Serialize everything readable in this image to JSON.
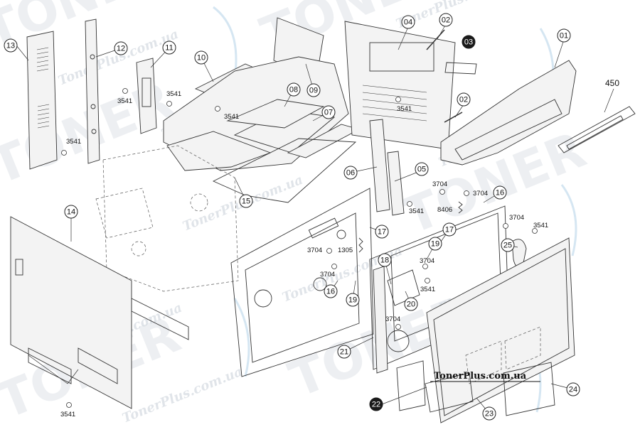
{
  "diagram": {
    "callouts": [
      {
        "label": "01",
        "filled": false
      },
      {
        "label": "02",
        "filled": false
      },
      {
        "label": "02",
        "filled": false
      },
      {
        "label": "03",
        "filled": true
      },
      {
        "label": "04",
        "filled": false
      },
      {
        "label": "05",
        "filled": false
      },
      {
        "label": "06",
        "filled": false
      },
      {
        "label": "07",
        "filled": false
      },
      {
        "label": "08",
        "filled": false
      },
      {
        "label": "09",
        "filled": false
      },
      {
        "label": "10",
        "filled": false
      },
      {
        "label": "11",
        "filled": false
      },
      {
        "label": "12",
        "filled": false
      },
      {
        "label": "13",
        "filled": false
      },
      {
        "label": "14",
        "filled": false
      },
      {
        "label": "15",
        "filled": false
      },
      {
        "label": "16",
        "filled": false
      },
      {
        "label": "16",
        "filled": false
      },
      {
        "label": "17",
        "filled": false
      },
      {
        "label": "17",
        "filled": false
      },
      {
        "label": "18",
        "filled": false
      },
      {
        "label": "19",
        "filled": false
      },
      {
        "label": "19",
        "filled": false
      },
      {
        "label": "20",
        "filled": false
      },
      {
        "label": "21",
        "filled": false
      },
      {
        "label": "22",
        "filled": true
      },
      {
        "label": "23",
        "filled": false
      },
      {
        "label": "24",
        "filled": false
      },
      {
        "label": "25",
        "filled": false
      }
    ],
    "part_numbers": [
      "3541",
      "3541",
      "3541",
      "3541",
      "3541",
      "3541",
      "3541",
      "3704",
      "3704",
      "3704",
      "3704",
      "3704",
      "3704",
      "8406",
      "1305"
    ],
    "big_label": "450",
    "watermarks": {
      "brand": "TONER",
      "site": "TonerPlus.com.ua",
      "site_short": "Plus.com.ua",
      "footer_url": "TonerPlus.com.ua"
    }
  }
}
